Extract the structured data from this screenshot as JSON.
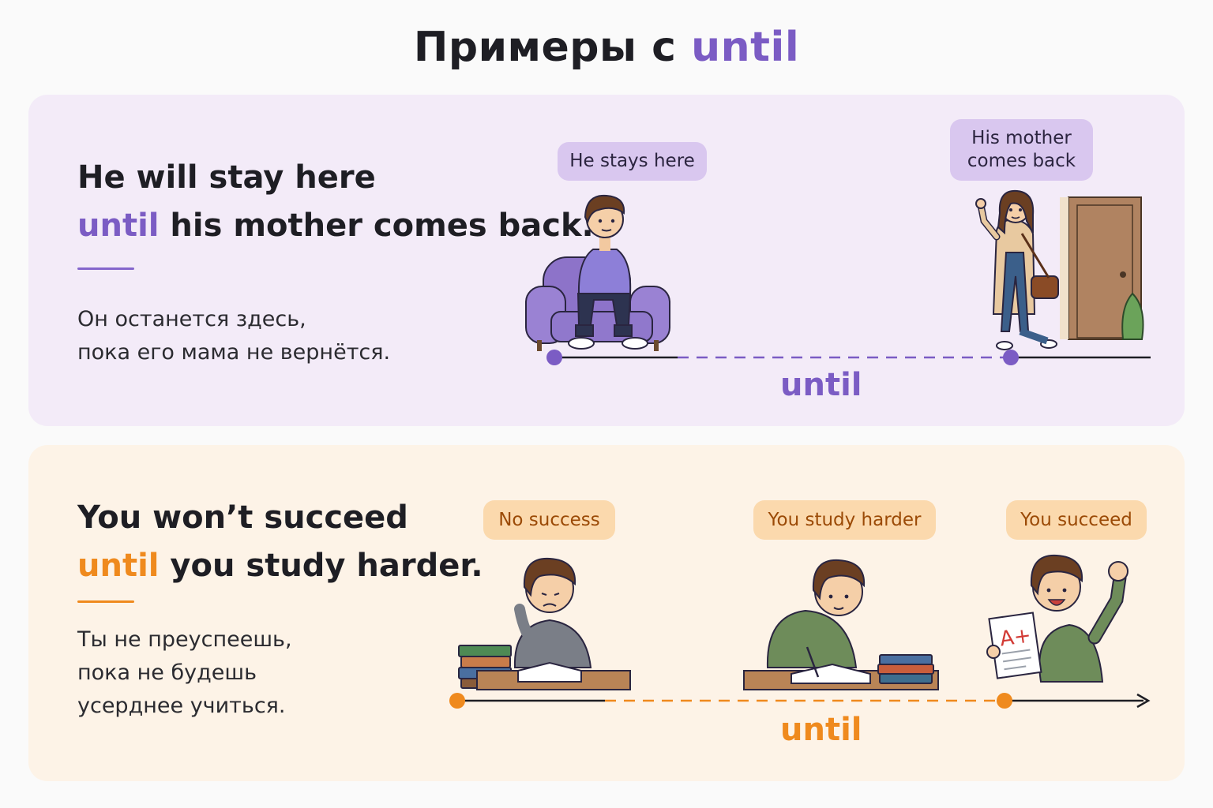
{
  "title": {
    "prefix": "Примеры с ",
    "keyword": "until"
  },
  "example1": {
    "sentence_line1": "He will stay here",
    "sentence_keyword": "until",
    "sentence_rest": " his mother comes back.",
    "translation_line1": "Он останется здесь,",
    "translation_line2": "пока его мама не вернётся.",
    "label_start": "He stays here",
    "label_end_line1": "His mother",
    "label_end_line2": "comes back",
    "timeline_label": "until",
    "accent_color": "#7b5cc4"
  },
  "example2": {
    "sentence_line1": "You won’t succeed",
    "sentence_keyword": "until",
    "sentence_rest": " you study harder.",
    "translation_line1": "Ты не преуспеешь,",
    "translation_line2": "пока не будешь",
    "translation_line3": "усерднее учиться.",
    "label_1": "No success",
    "label_2": "You study harder",
    "label_3": "You succeed",
    "timeline_label": "until",
    "grade_text": "A+",
    "accent_color": "#ef8a1e"
  }
}
